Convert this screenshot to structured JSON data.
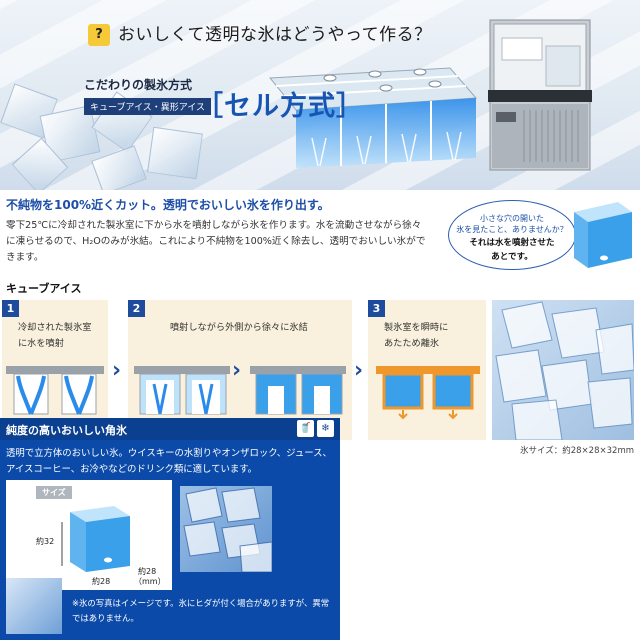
{
  "hero": {
    "badge": "?",
    "question": "おいしくて透明な氷はどうやって作る？",
    "kodawari": "こだわりの製氷方式",
    "kodawari_sub": "キューブアイス・異形アイス",
    "method": "［セル方式］"
  },
  "intro": {
    "heading": "不純物を100%近くカット。透明でおいしい氷を作り出す。",
    "body": "零下25℃に冷却された製氷室に下から水を噴射しながら氷を作ります。水を流動させながら徐々に凍らせるので、H₂Oのみが氷結。これにより不純物を100%近く除去し、透明でおいしい氷ができます。"
  },
  "bubble": {
    "line1a": "小さな穴の開いた",
    "line1b": "氷を見たこと、ありませんか？",
    "line2a": "それは水を噴射させた",
    "line2b": "あとです。"
  },
  "cube_section": {
    "title": "キューブアイス"
  },
  "steps": [
    {
      "num": "1",
      "line1": "冷却された製氷室",
      "line2": "に水を噴射"
    },
    {
      "num": "2",
      "line1": "噴射しながら外側から徐々に氷結",
      "line2": ""
    },
    {
      "num": "3",
      "line1": "製氷室を瞬時に",
      "line2": "あたため離氷"
    }
  ],
  "ice_photo": {
    "caption": "氷サイズ：約28×28×32mm"
  },
  "panel": {
    "title": "純度の高いおいしい角氷",
    "body": "透明で立方体のおいしい氷。ウイスキーの水割りやオンザロック、ジュース、アイスコーヒー、お冷やなどのドリンク類に適しています。",
    "size_label": "サイズ",
    "dim_height": "約32",
    "dim_width": "約28",
    "dim_depth": "約28",
    "dim_unit": "（mm）",
    "note": "※氷の写真はイメージです。氷にヒダが付く場合がありますが、異常ではありません。"
  },
  "colors": {
    "accent_blue": "#1d4fa8",
    "panel_blue": "#0b4aa8",
    "step_bg": "#f9f1dd",
    "badge_yellow": "#f6c938"
  }
}
